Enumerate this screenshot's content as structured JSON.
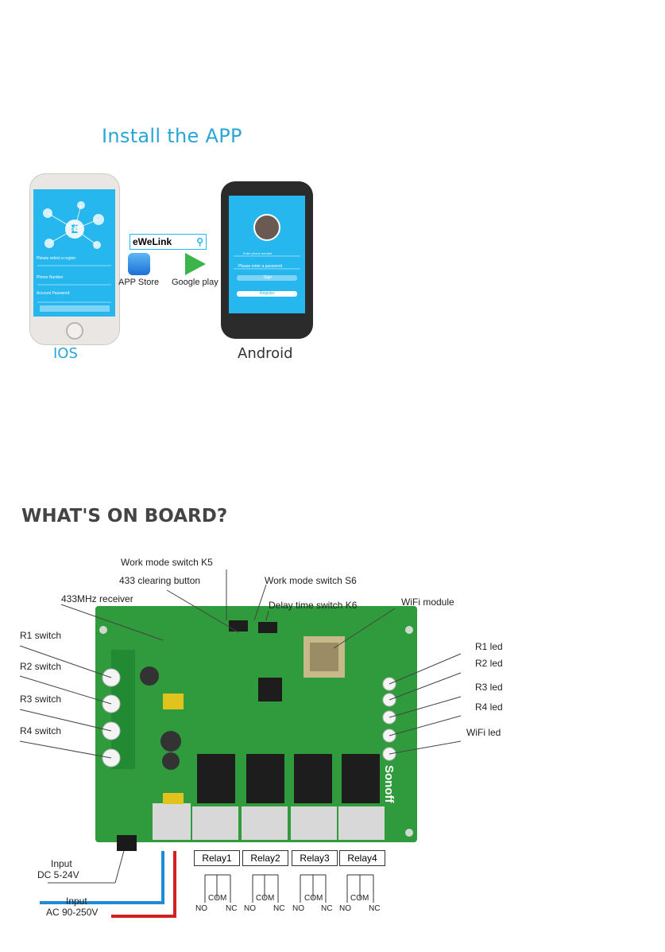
{
  "install": {
    "title": "Install the APP",
    "ios_label": "IOS",
    "android_label": "Android",
    "search_text": "eWeLink",
    "app_store_label": "APP Store",
    "google_play_label": "Google play",
    "ios_screen": {
      "region": "Please select a region",
      "phone_label": "Phone Number",
      "account_label": "Account Password"
    },
    "android_screen": {
      "phone_placeholder": "Enter phone number",
      "password_placeholder": "Please enter a password",
      "signin": "Sign",
      "register": "Register"
    }
  },
  "board": {
    "title": "WHAT'S ON BOARD?",
    "labels": {
      "k5": "Work mode switch K5",
      "clearing": "433 clearing button",
      "s6": "Work mode switch S6",
      "receiver": "433MHz receiver",
      "k6": "Delay time switch K6",
      "wifi_module": "WiFi module",
      "r1_switch": "R1 switch",
      "r2_switch": "R2 switch",
      "r3_switch": "R3 switch",
      "r4_switch": "R4 switch",
      "r1_led": "R1 led",
      "r2_led": "R2 led",
      "r3_led": "R3 led",
      "r4_led": "R4 led",
      "wifi_led": "WiFi led",
      "input_dc_1": "Input",
      "input_dc_2": "DC 5-24V",
      "input_ac_1": "Input",
      "input_ac_2": "AC 90-250V"
    },
    "relays": [
      "Relay1",
      "Relay2",
      "Relay3",
      "Relay4"
    ],
    "terminals": {
      "no": "NO",
      "com": "COM",
      "nc": "NC"
    },
    "brand": "Sonoff",
    "colors": {
      "board": "#2f9b3c",
      "accent": "#2aa6d6",
      "wire_blue": "#1f8ad8",
      "wire_red": "#d32020"
    }
  }
}
